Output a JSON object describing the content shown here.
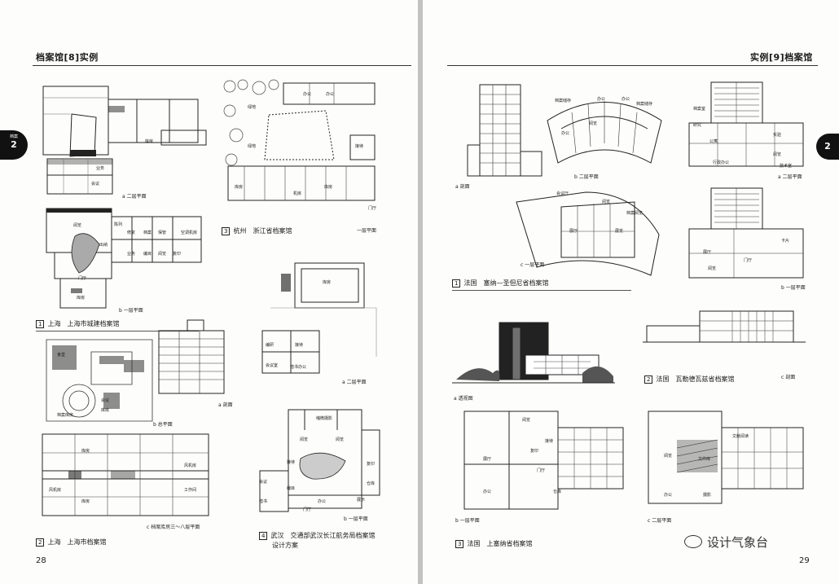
{
  "left_page": {
    "header": "档案馆[8]实例",
    "tab": {
      "label": "2",
      "sub": "档案"
    },
    "page_number": "28",
    "figures": [
      {
        "number": "1",
        "caption": "上海　上海市城建档案馆",
        "sub_labels": [
          "a 二层平面",
          "b 一层平面"
        ]
      },
      {
        "number": "2",
        "caption": "上海　上海市档案馆",
        "sub_labels": [
          "a 剖面",
          "b 总平面",
          "c 档案库房三～八层平面"
        ]
      },
      {
        "number": "3",
        "caption": "杭州　浙江省档案馆",
        "sub_labels": [
          "一层平面"
        ]
      },
      {
        "number": "4",
        "caption_line1": "武汉　交通部武汉长江航务局档案馆",
        "caption_line2": "设计方案",
        "sub_labels": [
          "a 二层平面",
          "b 一层平面"
        ]
      }
    ],
    "room_labels": {
      "f1a": [
        "库房",
        "会议",
        "业务"
      ],
      "f1b": [
        "阅览",
        "出纳",
        "陈列",
        "修复",
        "档案",
        "保管",
        "空调机房",
        "业务",
        "编目",
        "阅览",
        "复印",
        "门厅",
        "库房"
      ],
      "f2b": [
        "档案库房",
        "食堂",
        "会议",
        "库房"
      ],
      "f2c": [
        "风机房",
        "风机房",
        "工作间",
        "库房",
        "库房"
      ],
      "f3": [
        "绿地",
        "绿地",
        "库房",
        "库房",
        "机房",
        "接待",
        "办公",
        "办公",
        "门厅"
      ],
      "f4a": [
        "库房",
        "编研",
        "接待",
        "会议室",
        "借书办公"
      ],
      "f4b": [
        "缩微摄影",
        "阅览",
        "阅览",
        "复印",
        "仓库",
        "展示",
        "会议",
        "办公",
        "编目",
        "借书",
        "接待",
        "门厅"
      ]
    }
  },
  "right_page": {
    "header": "实例[9]档案馆",
    "tab": {
      "label": "2"
    },
    "page_number": "29",
    "figures": [
      {
        "number": "1",
        "caption": "法国　塞纳—圣但尼省档案馆",
        "sub_labels": [
          "a 剖面",
          "b 二层平面",
          "c 一层平面"
        ]
      },
      {
        "number": "2",
        "caption": "法国　瓦勒德瓦兹省档案馆",
        "sub_labels": [
          "a 二层平面",
          "b 一层平面",
          "c 剖面"
        ]
      },
      {
        "number": "3",
        "caption": "法国　上塞纳省档案馆",
        "sub_labels": [
          "a 透视图",
          "b 一层平面",
          "c 二层平面"
        ]
      }
    ],
    "room_labels": {
      "f1b": [
        "档案储存",
        "办公",
        "阅览",
        "办公",
        "档案储存",
        "办公"
      ],
      "f1c": [
        "会议厅",
        "阅览",
        "展厅",
        "展览",
        "档案阅览"
      ],
      "f2a": [
        "档案室",
        "研究",
        "公寓",
        "行政办公",
        "实验",
        "阅览",
        "技术室"
      ],
      "f2b": [
        "展厅",
        "卡片",
        "门厅",
        "阅览"
      ],
      "f3b": [
        "阅览",
        "展厅",
        "复印",
        "接待",
        "办公",
        "门厅",
        "仓库"
      ],
      "f3c": [
        "文献阅读",
        "文件库",
        "阅览",
        "办公",
        "摄影"
      ]
    }
  },
  "watermark": {
    "text": "设计气象台",
    "icon": "wechat-bubble-icon"
  }
}
